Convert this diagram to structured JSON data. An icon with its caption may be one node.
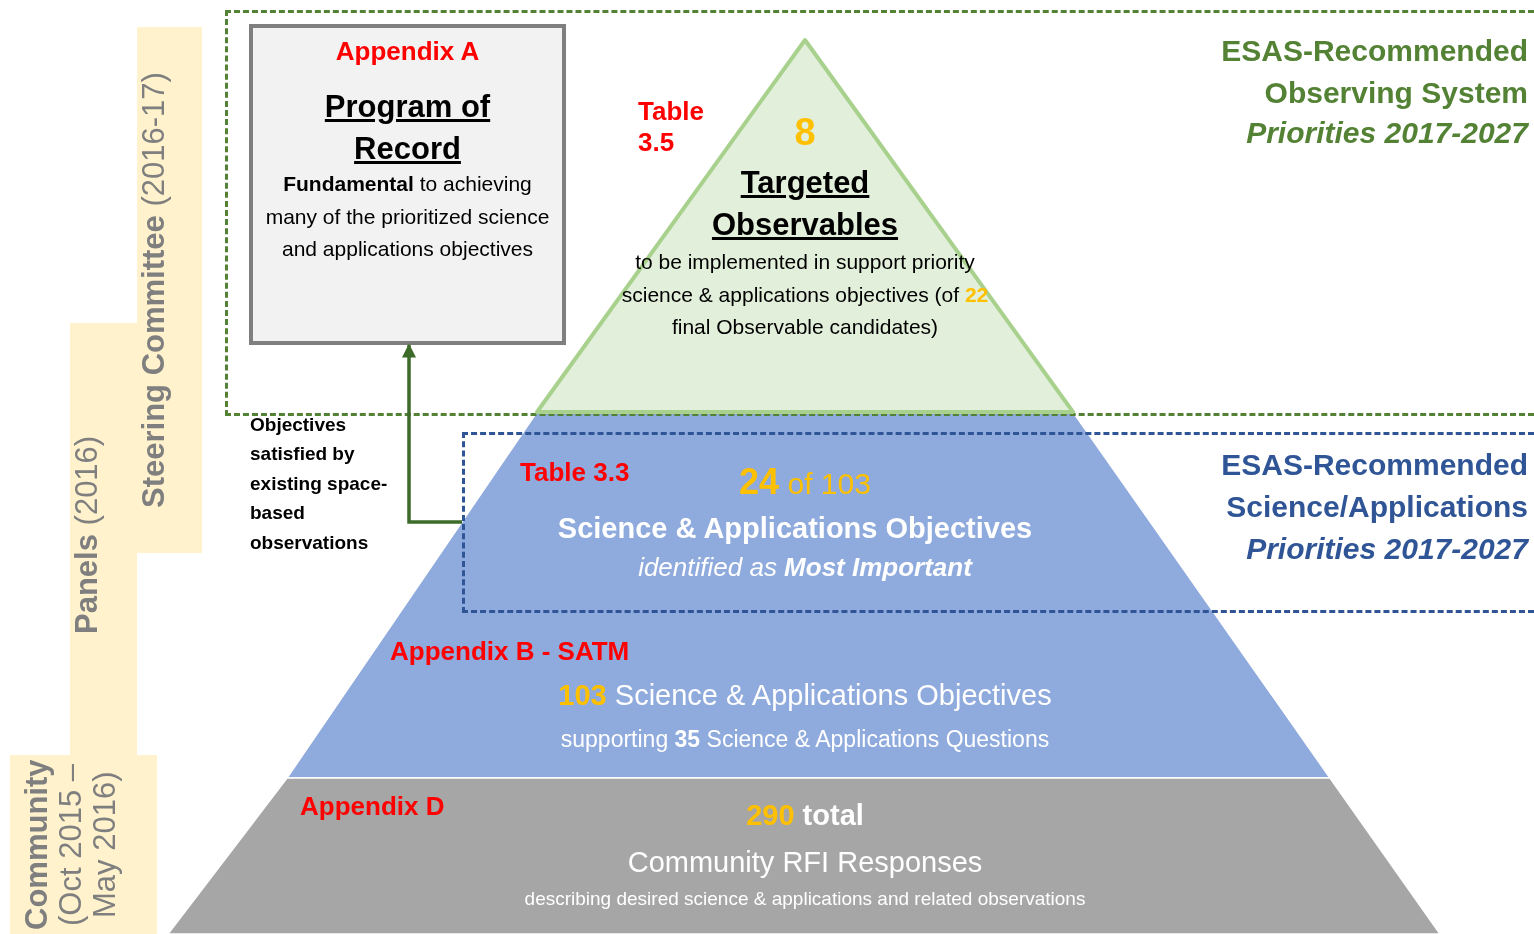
{
  "diagram": {
    "nodes": [
      {
        "text": [
          "ESAS-Recommended Observing System",
          "Priorities 2017-2027"
        ]
      },
      {
        "text": [
          "Appendix A",
          "Program of Record",
          "**Fundamental** to achieving many of the prioritized science and applications objectives"
        ],
        "in": 0
      },
      {
        "text": [
          "Table 3.5",
          "8",
          "Targeted Observables",
          "to be implemented in support priority science & applications objectives (of 22 final Observable candidates)"
        ],
        "in": 0
      },
      {
        "text": [
          "Appendix B - SATM",
          "103 Science & Applications Objectives",
          "supporting **35** Science & Applications Questions"
        ]
      },
      {
        "text": [
          "Table 3.3",
          "**24** of 103",
          "Science & Applications Objectives",
          "identified as **Most Important**",
          "ESAS-Recommended Science/Applications",
          "Priorities 2017-2027"
        ]
      },
      {
        "text": [
          "Appendix D",
          "290 total",
          "Community RFI Responses",
          "describing desired science & applications and related observations"
        ]
      },
      {
        "text": [
          "**Steering Committee** (2016-17)"
        ]
      },
      {
        "text": [
          "**Panels** (2016)"
        ]
      },
      {
        "text": [
          "**Community** (Oct 2015 – May 2016)"
        ]
      }
    ],
    "edges": [
      {
        "from": 4,
        "to": 1,
        "arrow": "to",
        "label": "Objectives satisfied by existing space-based observations"
      }
    ]
  }
}
